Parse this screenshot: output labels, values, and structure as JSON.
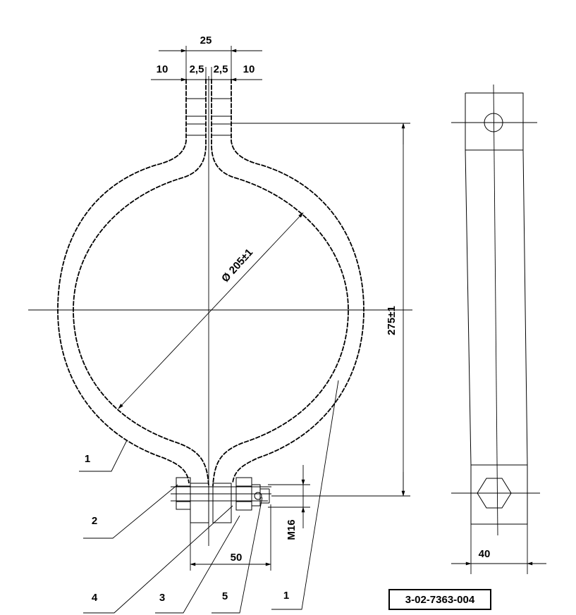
{
  "dimensions": {
    "overall_width": "25",
    "lug_left": "10",
    "gap_left": "2,5",
    "gap_right": "2,5",
    "lug_right": "10",
    "diameter": "Ø 205±1",
    "height": "275±1",
    "bolt_thread": "M16",
    "bolt_span": "50",
    "strap_width": "40"
  },
  "callouts": [
    "1",
    "2",
    "4",
    "3",
    "5",
    "1"
  ],
  "drawing_number": "3-02-7363-004"
}
